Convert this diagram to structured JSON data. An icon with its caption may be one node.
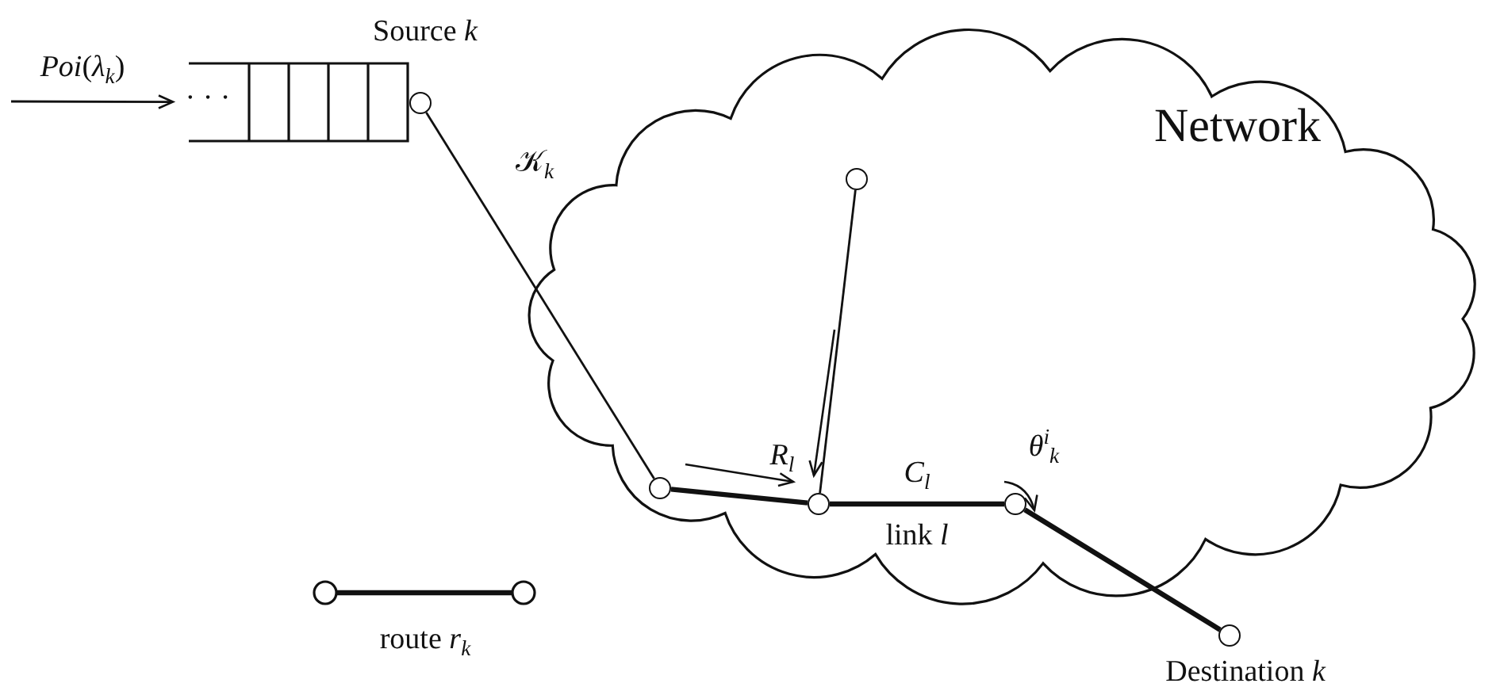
{
  "diagram": {
    "nodes": [
      {
        "text": [
          "Network"
        ]
      },
      {
        "text": [],
        "shape": "bar",
        "beside": [
          "Source *k*"
        ]
      },
      {
        "text": [],
        "shape": "circle"
      },
      {
        "text": [],
        "shape": "circle",
        "in": 0
      },
      {
        "text": [],
        "shape": "circle",
        "in": 0
      },
      {
        "text": [],
        "shape": "circle",
        "in": 0
      },
      {
        "text": [],
        "shape": "circle",
        "in": 0
      },
      {
        "text": [],
        "shape": "circle",
        "beside": [
          "Destination *k*"
        ]
      }
    ],
    "edges": [
      {
        "from": null,
        "to": 1,
        "arrow": "to",
        "label": "*Poi*(*λ*$_{k}$)"
      },
      {
        "from": 2,
        "to": 4,
        "arrow": "none",
        "label": "𝒦$_{k}$"
      },
      {
        "from": 4,
        "to": 5,
        "arrow": "none",
        "style": "thick"
      },
      {
        "from": 3,
        "to": 5,
        "arrow": "none"
      },
      {
        "from": 5,
        "to": 6,
        "arrow": "none",
        "style": "thick",
        "label": "*C*$_{l}$"
      },
      {
        "from": 6,
        "to": 7,
        "arrow": "none",
        "style": "thick"
      }
    ],
    "labels": [
      "· · ·",
      "*R*$_{l}$",
      "link *l*",
      "*θ*$^{i}$$_{k}$"
    ],
    "legend": [
      {
        "text": "route *r*$_{k}$"
      }
    ]
  }
}
